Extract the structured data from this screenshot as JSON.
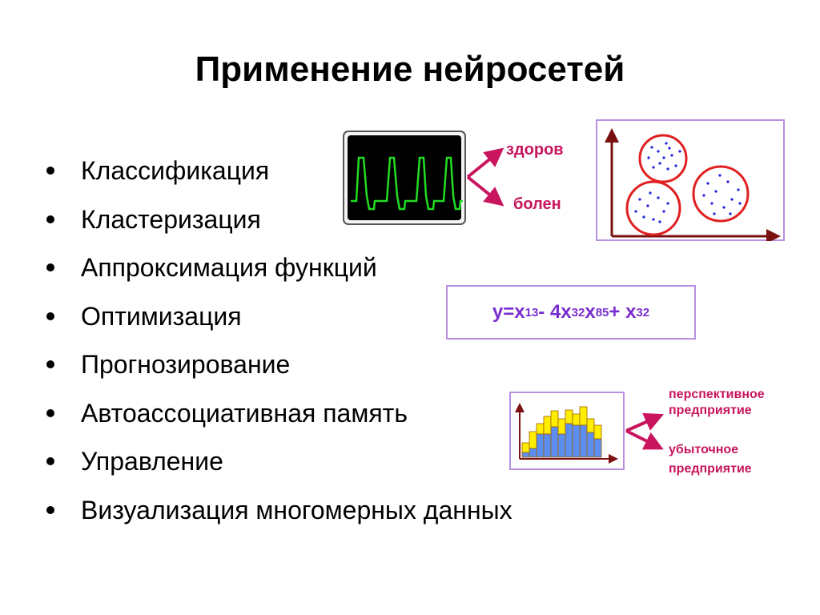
{
  "slide": {
    "title": "Применение нейросетей",
    "bullets": [
      "Классификация",
      "Кластеризация",
      "Аппроксимация функций",
      "Оптимизация",
      "Прогнозирование",
      "Автоассоциативная память",
      "Управление",
      "Визуализация многомерных данных"
    ]
  },
  "illustrations": {
    "classification": {
      "label_top": "здоров",
      "label_bottom": "болен"
    },
    "formula": {
      "y": "y",
      "eq": " = ",
      "parts": [
        "x",
        "1",
        "3",
        " - 4x",
        "3",
        "2",
        "x",
        "8",
        "5",
        " + x",
        "3",
        "2"
      ]
    },
    "forecast": {
      "label_top_1": "перспективное",
      "label_top_2": "предприятие",
      "label_bottom_1": "убыточное",
      "label_bottom_2": "предприятие",
      "colors": {
        "blue": "#5b8ef0",
        "yellow": "#ffee00",
        "outline": "#a06000"
      }
    },
    "colors": {
      "accent": "#c8155d",
      "frame": "#b890e0",
      "ecg": "#22dd22",
      "cluster": "#e02020",
      "points": "#2020e0"
    }
  }
}
